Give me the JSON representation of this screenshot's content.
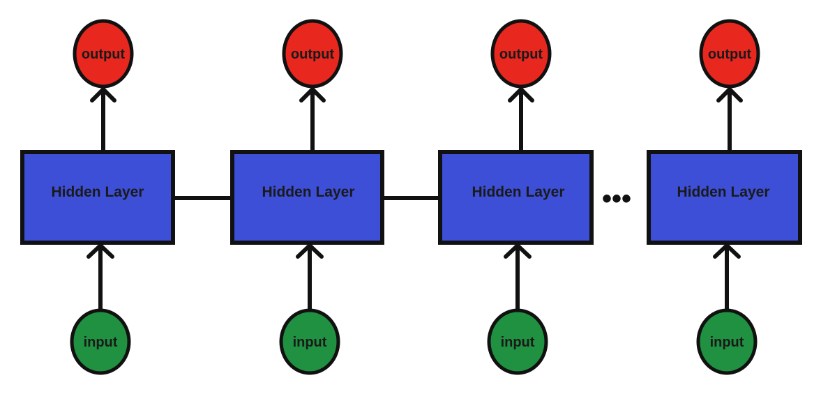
{
  "diagram": {
    "hidden_label": "Hidden Layer",
    "output_label": "output",
    "input_label": "input",
    "ellipsis": "•••",
    "units": [
      {
        "hidden": "Hidden Layer",
        "output": "output",
        "input": "input"
      },
      {
        "hidden": "Hidden Layer",
        "output": "output",
        "input": "input"
      },
      {
        "hidden": "Hidden Layer",
        "output": "output",
        "input": "input"
      },
      {
        "hidden": "Hidden Layer",
        "output": "output",
        "input": "input"
      }
    ],
    "colors": {
      "hidden_fill": "#3d4fd6",
      "output_fill": "#e8271f",
      "input_fill": "#1f9140",
      "stroke": "#111111",
      "background": "#ffffff"
    }
  }
}
